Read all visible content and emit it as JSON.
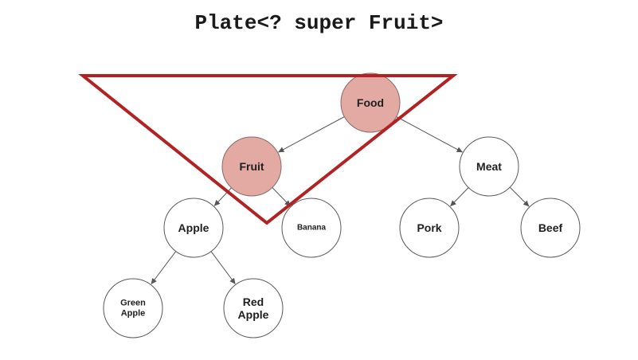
{
  "title": "Plate<? super Fruit>",
  "colors": {
    "highlight_fill": "#e3aaa3",
    "highlight_stroke": "#8a6a66",
    "node_fill": "#ffffff",
    "node_stroke": "#5a5a5a",
    "edge": "#555555",
    "triangle": "#b22222"
  },
  "tree": {
    "nodes": [
      {
        "id": "food",
        "lines": [
          "Food"
        ],
        "highlighted": true
      },
      {
        "id": "fruit",
        "lines": [
          "Fruit"
        ],
        "highlighted": true
      },
      {
        "id": "meat",
        "lines": [
          "Meat"
        ],
        "highlighted": false
      },
      {
        "id": "apple",
        "lines": [
          "Apple"
        ],
        "highlighted": false
      },
      {
        "id": "banana",
        "lines": [
          "Banana"
        ],
        "highlighted": false
      },
      {
        "id": "pork",
        "lines": [
          "Pork"
        ],
        "highlighted": false
      },
      {
        "id": "beef",
        "lines": [
          "Beef"
        ],
        "highlighted": false
      },
      {
        "id": "green-apple",
        "lines": [
          "Green",
          "Apple"
        ],
        "highlighted": false
      },
      {
        "id": "red-apple",
        "lines": [
          "Red",
          "Apple"
        ],
        "highlighted": false
      }
    ],
    "edges": [
      {
        "from": "food",
        "to": "fruit"
      },
      {
        "from": "food",
        "to": "meat"
      },
      {
        "from": "fruit",
        "to": "apple"
      },
      {
        "from": "fruit",
        "to": "banana"
      },
      {
        "from": "meat",
        "to": "pork"
      },
      {
        "from": "meat",
        "to": "beef"
      },
      {
        "from": "apple",
        "to": "green-apple"
      },
      {
        "from": "apple",
        "to": "red-apple"
      }
    ]
  }
}
